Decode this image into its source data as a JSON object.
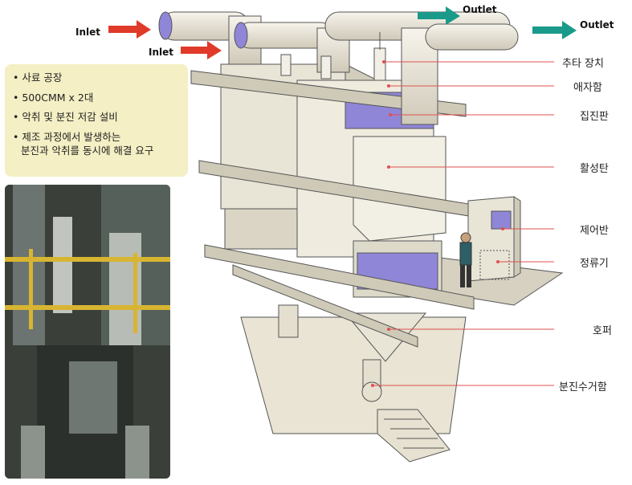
{
  "flow_labels": {
    "inlet_1": "Inlet",
    "inlet_2": "Inlet",
    "outlet_1": "Outlet",
    "outlet_2": "Outlet"
  },
  "info_box": {
    "items": [
      "사료 공장",
      "500CMM x 2대",
      "악취  및  분진 저감 설비",
      "제조 과정에서 발생하는"
    ],
    "item4_cont": "분진과 악취를 동시에 해결 요구"
  },
  "components": {
    "weight": "추타 장치",
    "insulator": "애자함",
    "collector_plate": "집진판",
    "activated_carbon": "활성탄",
    "control_panel": "제어반",
    "rectifier": "정류기",
    "hopper": "호퍼",
    "dust_box": "분진수거함"
  },
  "colors": {
    "inlet_arrow": "#e03a2a",
    "outlet_arrow": "#1a9a8a",
    "leader_line": "#e05050",
    "info_bg": "#f4efc4",
    "equipment": "#ece8dc",
    "accent_purple": "#8f86d8"
  }
}
